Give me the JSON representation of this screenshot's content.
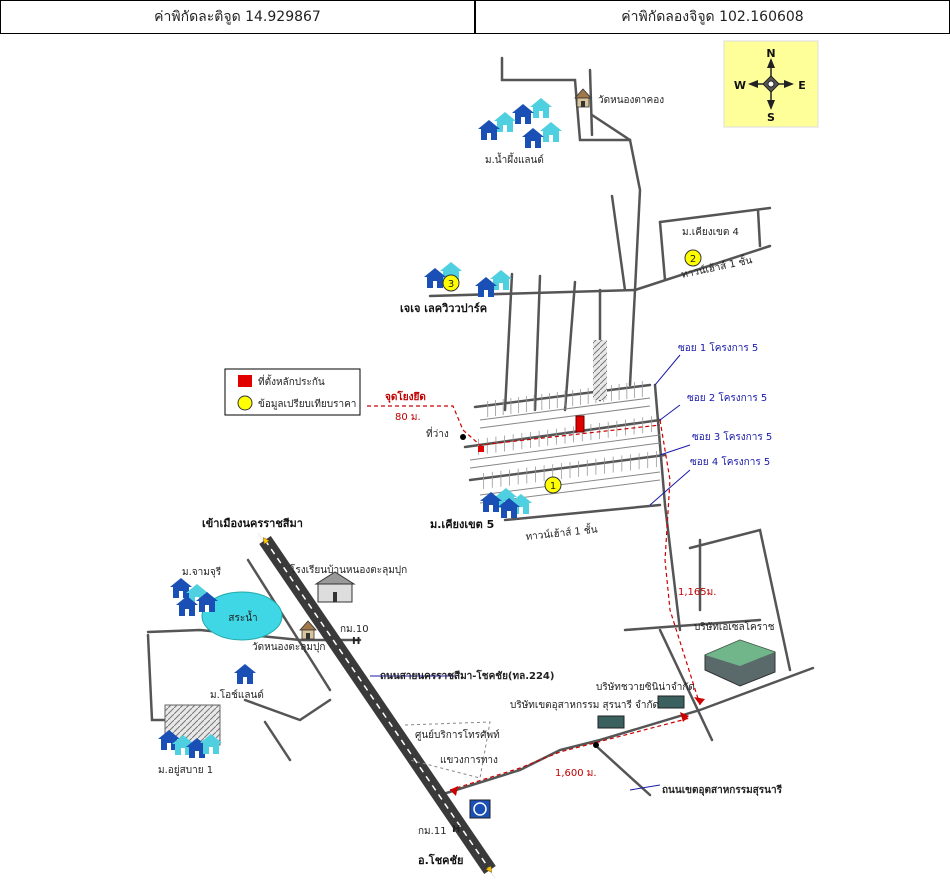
{
  "header": {
    "latitude": "ค่าพิกัดละติจูด 14.929867",
    "longitude": "ค่าพิกัดลองจิจูด 102.160608"
  },
  "compass": {
    "n": "N",
    "s": "S",
    "e": "E",
    "w": "W"
  },
  "legend": {
    "collateral": "ที่ตั้งหลักประกัน",
    "comparable": "ข้อมูลเปรียบเทียบราคา"
  },
  "labels": {
    "temple_top": "วัดหนองตาคอง",
    "village_namphueng": "ม.น้ำผึ้งแลนด์",
    "village_khiangkhet4": "ม.เคียงเขต 4",
    "townhome_top": "ทาวน์เฮ้าส์ 1 ชั้น",
    "jj_lakeview": "เจเจ เลควิววปาร์ค",
    "reference_point": "จุดโยงยึด",
    "reference_distance": "80 ม.",
    "vacant_land": "ที่ว่าง",
    "soi1": "ซอย 1 โครงการ 5",
    "soi2": "ซอย 2 โครงการ 5",
    "soi3": "ซอย 3 โครงการ 5",
    "soi4": "ซอย 4 โครงการ 5",
    "village_khiangkhet5": "ม.เคียงเขต 5",
    "townhome_bottom": "ทาวน์เฮ้าส์ 1 ชั้น",
    "to_korat": "เข้าเมืองนครราชสีมา",
    "school": "โรงเรียนบ้านหนองตะลุมปุก",
    "village_chamchuri": "ม.จามจุรี",
    "pond": "สระน้ำ",
    "temple_left": "วัดหนองตะลุมปุก",
    "km10": "กม.10",
    "highway": "ถนนสายนครราชสีมา-โชคชัย(ทล.224)",
    "village_ocean": "ม.โอช์แลนด์",
    "distance_1165": "1,165ม.",
    "company_excel": "บริษัทเอเซลโคราช",
    "company_thai": "บริษัทชวายซินิน่าจำกัด",
    "company_industrial": "บริษัทเขตอุสาหกรรม สุรนารี จำกัด",
    "phone_center": "ศูนย์บริการโทรศัพท์",
    "highway_district": "แขวงการทาง",
    "distance_1600": "1,600 ม.",
    "village_yusabai": "ม.อยู่สบาย 1",
    "industrial_road": "ถนนเขตอุตสาหกรรมสุรนารี",
    "km11": "กม.11",
    "chok_chai": "อ.โชคชัย"
  },
  "markers": {
    "m1": "1",
    "m2": "2",
    "m3": "3"
  },
  "colors": {
    "road": "#555555",
    "highway": "#3a3a3a",
    "house": "#1a4fb5",
    "house_light": "#4fd0e0",
    "collateral": "#e00000",
    "comparable": "#ffff00",
    "compass_bg": "#ffff99",
    "pond": "#3fd6e6",
    "link": "#1a1aaa",
    "route": "#cc0000"
  }
}
